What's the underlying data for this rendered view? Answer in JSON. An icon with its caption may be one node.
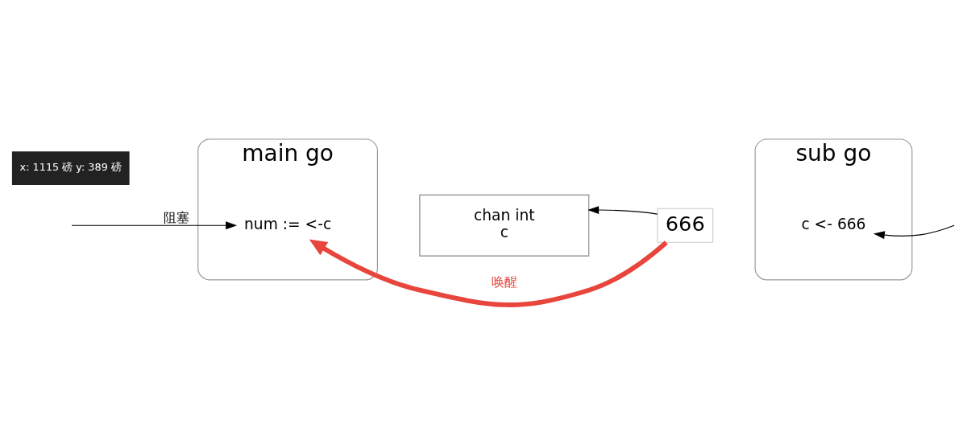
{
  "diagram": {
    "nodes": [
      {
        "text": [
          "main go"
        ]
      },
      {
        "text": [
          "num := <-c"
        ],
        "in": 0
      },
      {
        "text": [
          "chan int",
          "c"
        ]
      },
      {
        "text": [
          "666"
        ]
      },
      {
        "text": [
          "sub go"
        ]
      },
      {
        "text": [
          "c <- 666"
        ],
        "in": 4
      }
    ],
    "edges": [
      {
        "from": null,
        "to": 1,
        "arrow": "to",
        "label": "阻塞"
      },
      {
        "from": 3,
        "to": 1,
        "arrow": "to",
        "label": "唤醒",
        "style": "thick",
        "color": "#e8453c"
      },
      {
        "from": 3,
        "to": 2,
        "arrow": "to"
      },
      {
        "from": null,
        "to": 5,
        "arrow": "to"
      }
    ],
    "labels": [
      "x: 1115 磅 y: 389 磅"
    ]
  }
}
